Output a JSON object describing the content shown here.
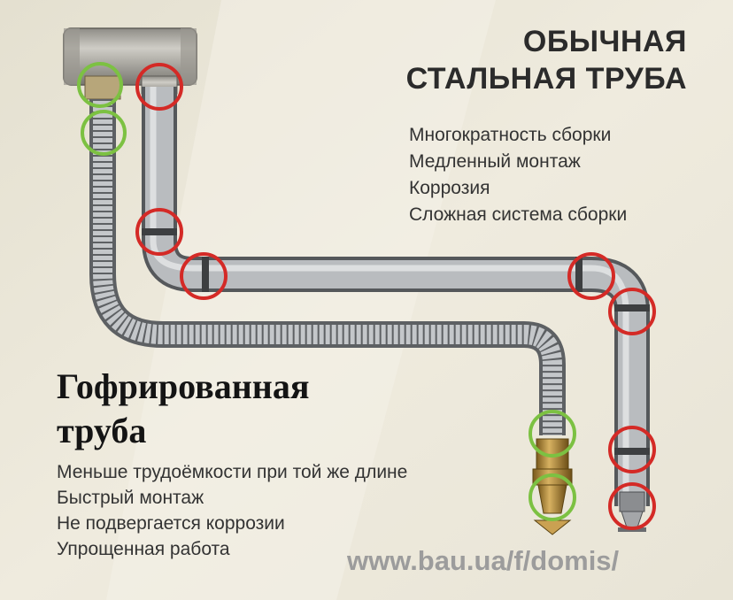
{
  "steel": {
    "title_lines": [
      "ОБЫЧНАЯ",
      "СТАЛЬНАЯ ТРУБА"
    ],
    "features": [
      "Многократность сборки",
      "Медленный монтаж",
      "Коррозия",
      "Сложная система сборки"
    ]
  },
  "corrugated": {
    "title_lines": [
      "Гофрированная",
      "труба"
    ],
    "features": [
      "Меньше трудоёмкости при той же длине",
      "Быстрый монтаж",
      "Не подвергается коррозии",
      "Упрощенная работа"
    ]
  },
  "watermark": "www.bau.ua/f/domis/",
  "colors": {
    "steel_joint_ring": "#d42a26",
    "corrugated_joint_ring": "#7cc142",
    "background": "#ece8da"
  },
  "icons": {
    "tee_fitting": "tee-fitting-icon",
    "sprinkler": "sprinkler-head-icon"
  }
}
